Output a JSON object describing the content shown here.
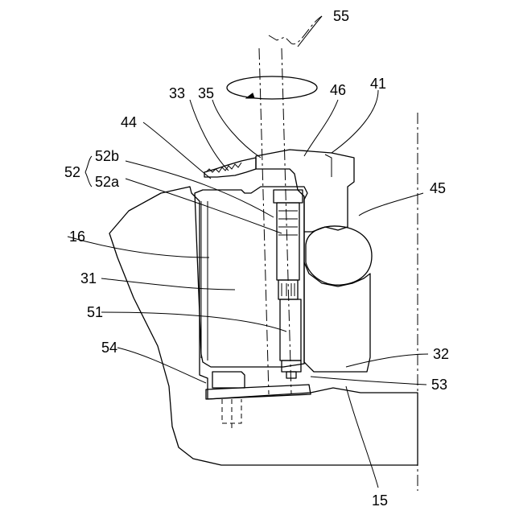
{
  "labels": {
    "l55": "55",
    "l33": "33",
    "l35": "35",
    "l46": "46",
    "l41": "41",
    "l44": "44",
    "l52": "52",
    "l52b": "52b",
    "l52a": "52a",
    "l45": "45",
    "l16": "16",
    "l31": "31",
    "l51": "51",
    "l54": "54",
    "l32": "32",
    "l53": "53",
    "l15": "15"
  }
}
